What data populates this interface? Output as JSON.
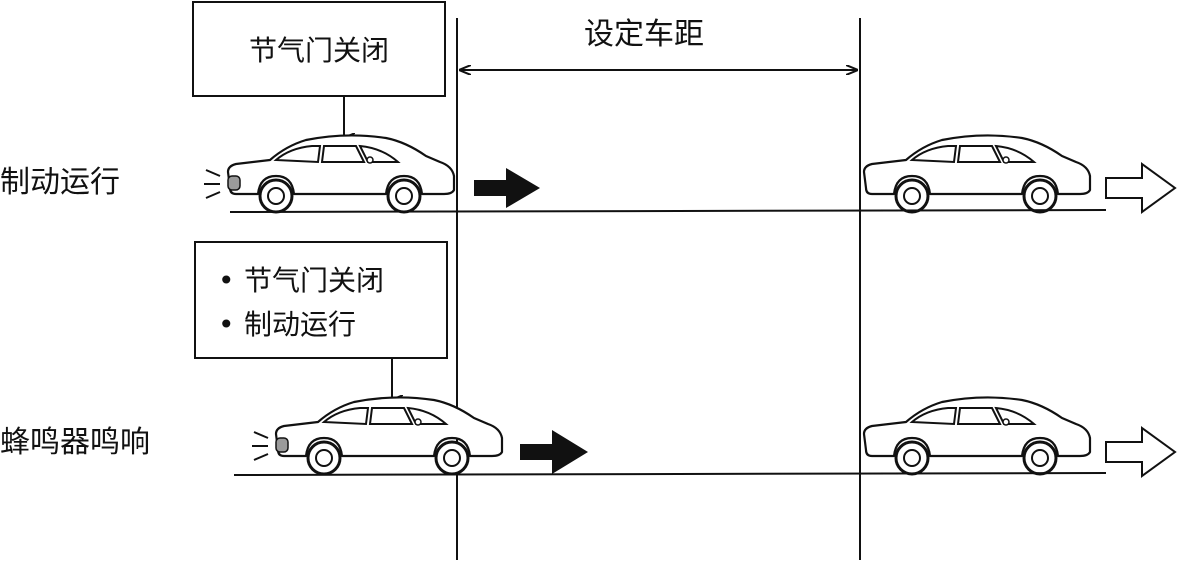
{
  "header": {
    "distance_label": "设定车距"
  },
  "rows": [
    {
      "side_label": "制动运行",
      "box_items": [
        {
          "bullet": "",
          "text": "节气门关闭"
        }
      ]
    },
    {
      "side_label": "蜂鸣器鸣响",
      "box_items": [
        {
          "bullet": "•",
          "text": "节气门关闭"
        },
        {
          "bullet": "•",
          "text": "制动运行"
        }
      ]
    }
  ],
  "colors": {
    "line": "#111111",
    "brake_light": "#9a9a9a",
    "background": "#ffffff"
  },
  "icons": {
    "own_car": "sedan-car-icon",
    "lead_car": "sedan-car-icon",
    "solid_arrow": "solid-right-arrow-icon",
    "hollow_arrow": "hollow-right-arrow-icon",
    "brake_light_rays": "brake-light-rays-icon"
  }
}
